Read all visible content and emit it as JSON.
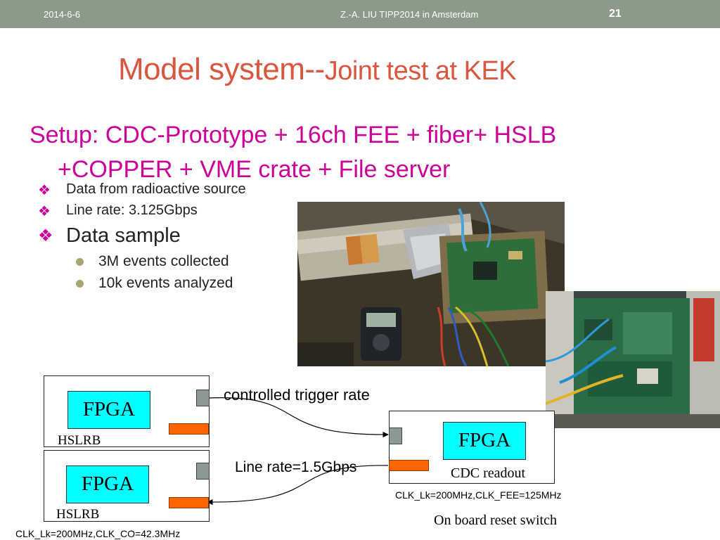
{
  "header": {
    "date": "2014-6-6",
    "author_event": "Z.-A. LIU  TIPP2014 in Amsterdam",
    "slide_number": "21"
  },
  "title": {
    "main": "Model system--",
    "sub": "Joint test at KEK"
  },
  "setup": {
    "line1": "Setup: CDC-Prototype + 16ch FEE + fiber+ HSLB",
    "line2": "+COPPER + VME crate + File server"
  },
  "bullets": [
    {
      "text": "Data from radioactive source"
    },
    {
      "text": "Line rate: 3.125Gbps"
    },
    {
      "text": "Data sample"
    }
  ],
  "sub_bullets": [
    {
      "text": "3M events collected"
    },
    {
      "text": "10k events analyzed"
    }
  ],
  "diagram": {
    "hslrb_top": {
      "fpga": "FPGA",
      "label": "HSLRB"
    },
    "hslrb_bottom": {
      "fpga": "FPGA",
      "label": "HSLRB"
    },
    "cdc": {
      "fpga": "FPGA",
      "label": "CDC readout"
    },
    "trigger_label": "controlled trigger rate",
    "linerate_label": "Line rate=1.5Gbps",
    "clk_cdc": "CLK_Lk=200MHz,CLK_FEE=125MHz",
    "reset_label": "On board reset switch",
    "clk_hslrb": "CLK_Lk=200MHz,CLK_CO=42.3MHz"
  },
  "colors": {
    "header_bg": "#8c9a8a",
    "title": "#d9573f",
    "setup": "#cc0099",
    "fpga": "#00ffff",
    "port_orange": "#ff6600",
    "port_gray": "#8b9a90"
  }
}
